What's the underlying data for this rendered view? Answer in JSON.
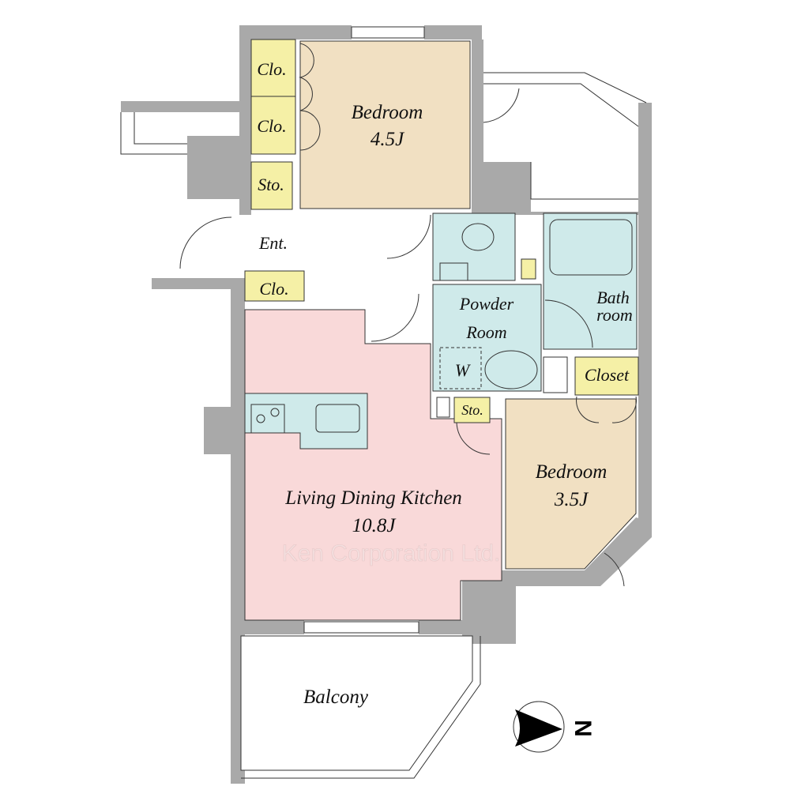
{
  "rooms": {
    "bedroom_main": {
      "name": "Bedroom",
      "size": "4.5J"
    },
    "bedroom_second": {
      "name": "Bedroom",
      "size": "3.5J"
    },
    "ldk": {
      "name": "Living Dining Kitchen",
      "size": "10.8J"
    },
    "powder": {
      "line1": "Powder",
      "line2": "Room"
    },
    "bath": {
      "line1": "Bath",
      "line2": "room"
    },
    "closet": "Closet",
    "balcony": "Balcony",
    "entrance": "Ent.",
    "clo_1": "Clo.",
    "clo_2": "Clo.",
    "clo_3": "Clo.",
    "sto_1": "Sto.",
    "sto_2": "Sto.",
    "washer": "W"
  },
  "compass": {
    "label": "N"
  },
  "watermark": "Ken Corporation Ltd.",
  "colors": {
    "wall": "#a9a9a9",
    "bedroom": "#f1e0c2",
    "ldk": "#f9d9d9",
    "wet": "#cfeaea",
    "storage": "#f5f0a6"
  }
}
